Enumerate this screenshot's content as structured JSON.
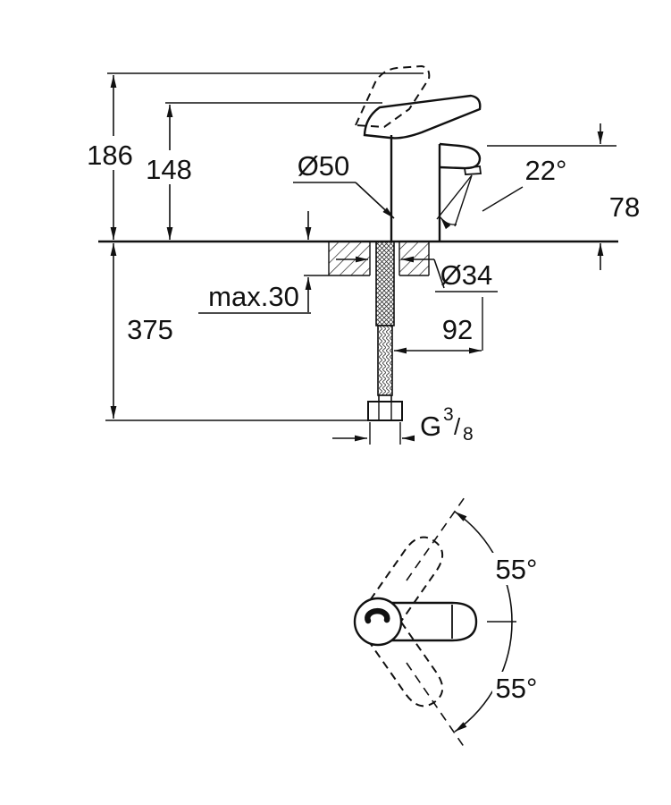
{
  "drawing": {
    "side_view": {
      "overall_height": "186",
      "body_height": "148",
      "base_diameter": "Ø50",
      "stream_angle": "22°",
      "spout_height": "78",
      "max_mount_thickness": "max.30",
      "hole_diameter": "Ø34",
      "hose_length": "375",
      "spout_reach": "92",
      "thread": {
        "prefix": "G",
        "numerator": "3",
        "separator": "/",
        "denominator": "8"
      }
    },
    "top_view": {
      "swing_up": "55°",
      "swing_down": "55°"
    }
  }
}
